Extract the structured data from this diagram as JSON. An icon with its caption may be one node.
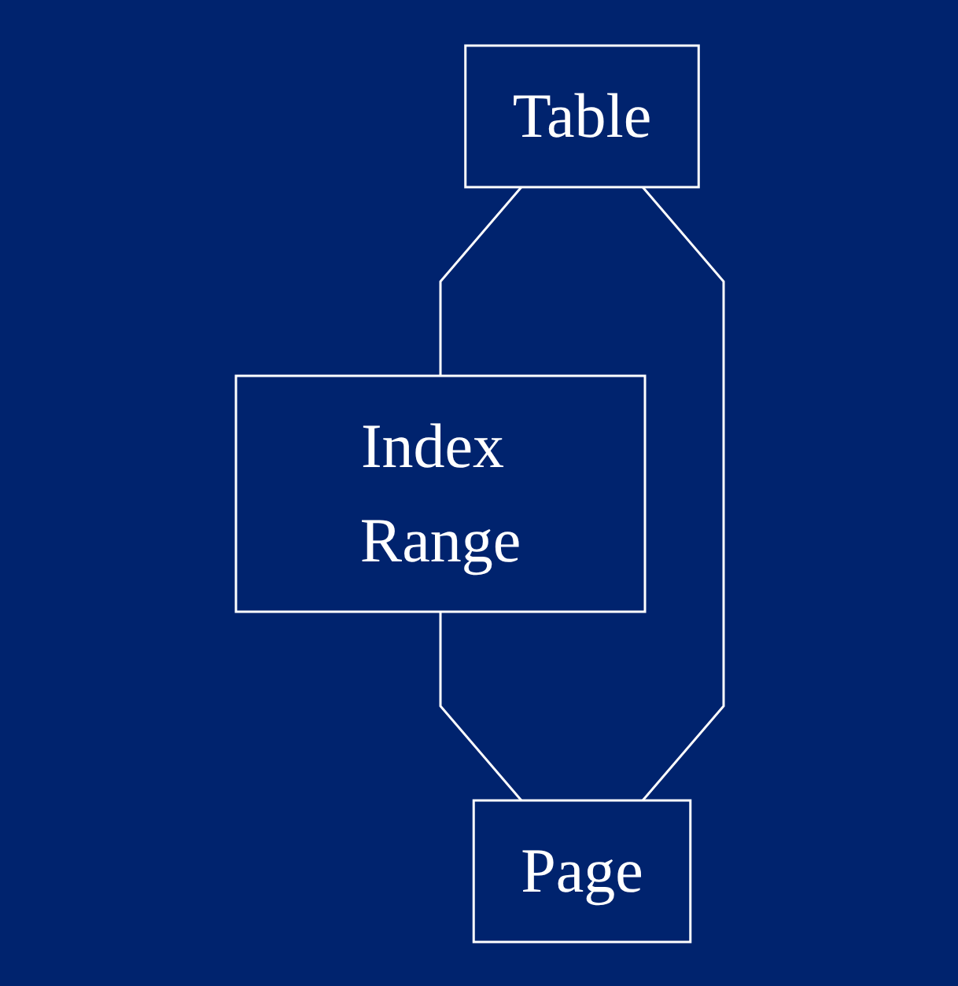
{
  "diagram": {
    "nodes": [
      {
        "text": [
          "Table"
        ]
      },
      {
        "text": [
          "Index Range"
        ]
      },
      {
        "text": [
          "Page"
        ]
      }
    ],
    "edges": [
      {
        "from": 0,
        "to": 1,
        "arrow": "none"
      },
      {
        "from": 1,
        "to": 2,
        "arrow": "none"
      },
      {
        "from": 0,
        "to": 2,
        "arrow": "none"
      }
    ]
  }
}
